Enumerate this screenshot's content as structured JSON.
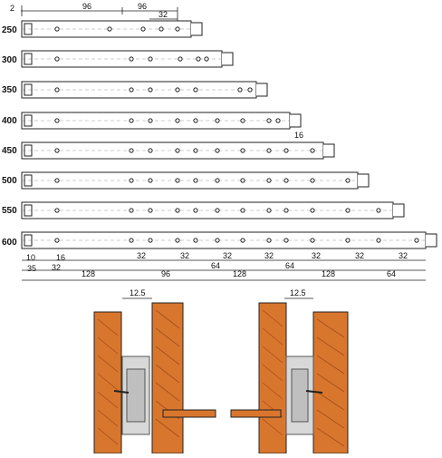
{
  "colors": {
    "line": "#222222",
    "guide": "#9a9a9a",
    "wood": "#d9762e",
    "wood_grain": "#8a3d10",
    "metal": "#d8d8d8",
    "metal_dark": "#555555"
  },
  "top_labels": [
    "2",
    "96",
    "96",
    "32"
  ],
  "rails": [
    {
      "length": "250"
    },
    {
      "length": "300"
    },
    {
      "length": "350"
    },
    {
      "length": "400"
    },
    {
      "length": "450"
    },
    {
      "length": "500"
    },
    {
      "length": "550"
    },
    {
      "length": "600"
    }
  ],
  "inline_labels": [
    "16"
  ],
  "bottom_dims": {
    "row1": [
      "10",
      "16",
      "32",
      "32",
      "32",
      "32",
      "32",
      "32",
      "32"
    ],
    "row2": [
      "35",
      "32",
      "64",
      "64"
    ],
    "row3": [
      "128",
      "96",
      "128",
      "128",
      "64"
    ]
  },
  "details": {
    "left_width_label": "12.5",
    "right_width_label": "12.5"
  }
}
